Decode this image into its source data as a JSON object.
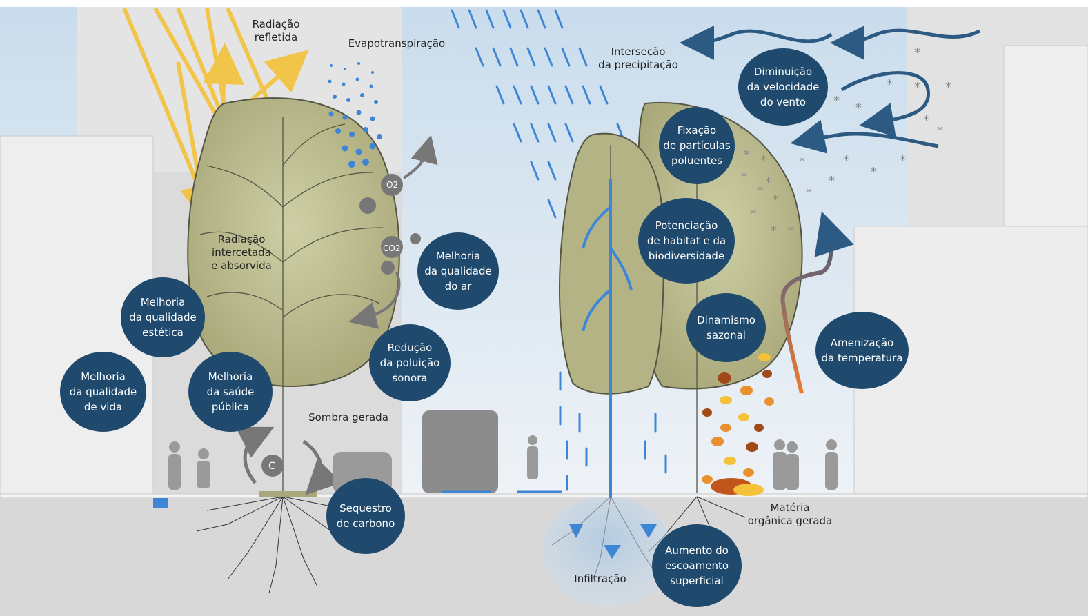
{
  "labels": {
    "radiacao_refletida": "Radiação\nrefletida",
    "evapotranspiracao": "Evapotranspiração",
    "intersecao": "Interseção\nda precipitação",
    "radiacao_intercetada": "Radiação\nintercetada\ne absorvida",
    "sombra_gerada": "Sombra gerada",
    "infiltracao": "Infiltração",
    "materia_organica": "Matéria\norgânica gerada",
    "o2": "O2",
    "co2": "CO2",
    "carbon": "C"
  },
  "bubbles": {
    "diminuicao_vento": "Diminuição\nda velocidade\ndo vento",
    "fixacao_particulas": "Fixação\nde partículas\npoluentes",
    "potenciacao_habitat": "Potenciação\nde habitat e da\nbiodiversidade",
    "melhoria_ar": "Melhoria\nda qualidade\ndo ar",
    "melhoria_estetica": "Melhoria\nda qualidade\nestética",
    "melhoria_vida": "Melhoria\nda qualidade\nde vida",
    "melhoria_saude": "Melhoria\nda saúde\npública",
    "reducao_poluicao": "Redução\nda poluição\nsonora",
    "dinamismo_sazonal": "Dinamismo\nsazonal",
    "amenizacao_temperatura": "Amenização\nda temperatura",
    "sequestro_carbono": "Sequestro\nde carbono",
    "aumento_escoamento": "Aumento do\nescoamento\nsuperficial"
  },
  "colors": {
    "bubble": "#1f4a6e",
    "sun_ray": "#f3c13a",
    "rain": "#3d86d6",
    "wind": "#2d5a82",
    "canopy": "#b9b98c",
    "ground": "#d8d8d8",
    "silhouette": "#8c8c8c"
  }
}
